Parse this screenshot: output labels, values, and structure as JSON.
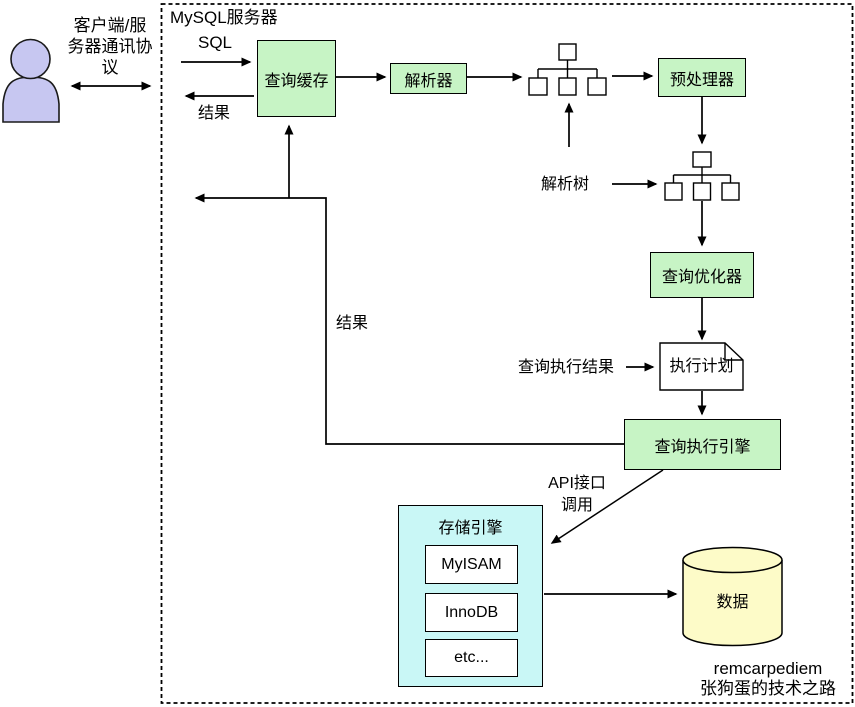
{
  "colors": {
    "node_green": "#c7f4c5",
    "storage_cyan": "#c9f7f6",
    "data_yellow": "#fdfbc8",
    "client_purple": "#c7c7f1",
    "stroke": "#000000"
  },
  "client": {
    "label": "客户端/服\n务器通讯协\n议"
  },
  "server": {
    "title": "MySQL服务器",
    "flow": {
      "sql": "SQL",
      "result_top": "结果",
      "result_return": "结果",
      "parse_tree": "解析树",
      "query_exec_result": "查询执行结果",
      "api_call": "API接口\n调用"
    },
    "nodes": {
      "query_cache": "查询缓存",
      "parser": "解析器",
      "preprocessor": "预处理器",
      "optimizer": "查询优化器",
      "exec_plan": "执行计划",
      "exec_engine": "查询执行引擎",
      "data_store": "数据"
    },
    "storage": {
      "title": "存储引擎",
      "engines": [
        "MyISAM",
        "InnoDB",
        "etc..."
      ]
    }
  },
  "watermark": {
    "line1": "remcarpediem",
    "line2": "张狗蛋的技术之路"
  }
}
